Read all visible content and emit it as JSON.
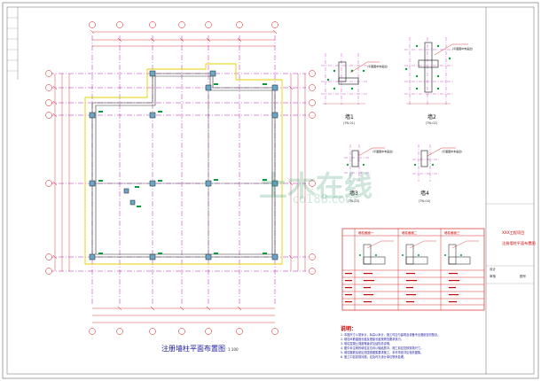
{
  "drawing": {
    "plan_title": "注册墙柱平面布置图",
    "plan_scale": "1:100"
  },
  "details": [
    {
      "id": "detail-1",
      "name": "墙1",
      "code": "(TN-01)",
      "note": "(平面图中未画出)"
    },
    {
      "id": "detail-2",
      "name": "墙2",
      "code": "(TN-02)",
      "note": "(平面图中未画出)"
    },
    {
      "id": "detail-3",
      "name": "墙3",
      "code": "(TN-03)",
      "note": "(平面图中未画出)"
    },
    {
      "id": "detail-4",
      "name": "墙4",
      "code": "(TN-04)",
      "note": "(平面图中未画出)"
    }
  ],
  "table": {
    "headers": [
      "墙柱截面一",
      "墙柱截面二",
      "墙柱截面三"
    ]
  },
  "notes": {
    "heading": "说明：",
    "lines": [
      "1. 本图尺寸以毫米计，标高以米计，施工时应与建筑及设备专业图纸密切配合。",
      "2. 墙柱纵筋锚固长度及搭接长度按规范要求执行。",
      "3. 墙柱混凝土强度等级详见结构总说明。",
      "4. 图中未注明的墙柱定位均以轴线居中，施工前应复核现场尺寸。",
      "5. 墙柱箍筋加密区范围按图集要求施工，未尽事宜详见相关图集。",
      "6. 施工中如发现问题，应及时与设计单位联系处理。"
    ]
  },
  "title_block": {
    "project": "XXX工程项目",
    "drawing_name": "注册墙柱平面布置图",
    "labels": [
      "设计",
      "审核",
      "图号"
    ]
  },
  "watermark": {
    "text": "土木在线",
    "sub": "co188.com"
  }
}
